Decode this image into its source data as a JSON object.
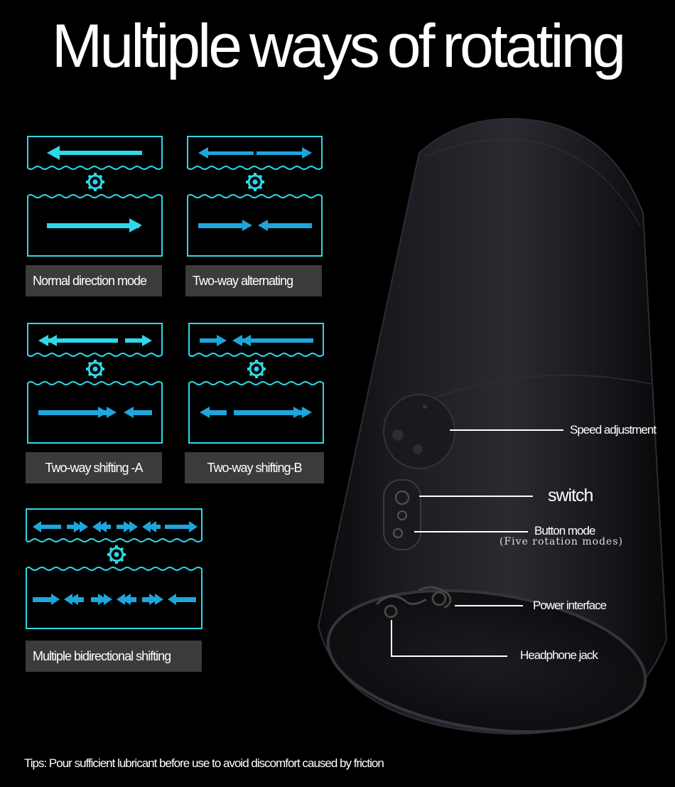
{
  "title": "Multiple ways of rotating",
  "modes": [
    {
      "label": "Normal direction mode"
    },
    {
      "label": "Two-way alternating"
    },
    {
      "label": "Two-way shifting -A"
    },
    {
      "label": "Two-way shifting-B"
    },
    {
      "label": "Multiple bidirectional shifting"
    }
  ],
  "callouts": {
    "speed": "Speed adjustment",
    "switch": "switch",
    "button_mode": "Button mode",
    "button_mode_sub": "(Five rotation modes)",
    "power": "Power interface",
    "headphone": "Headphone jack"
  },
  "tips": "Tips: Pour sufficient lubricant before use to avoid discomfort caused by friction",
  "colors": {
    "accent_cyan": "#2fd8e8",
    "accent_blue": "#1ea6dc",
    "label_bg": "#3b3b3b"
  }
}
